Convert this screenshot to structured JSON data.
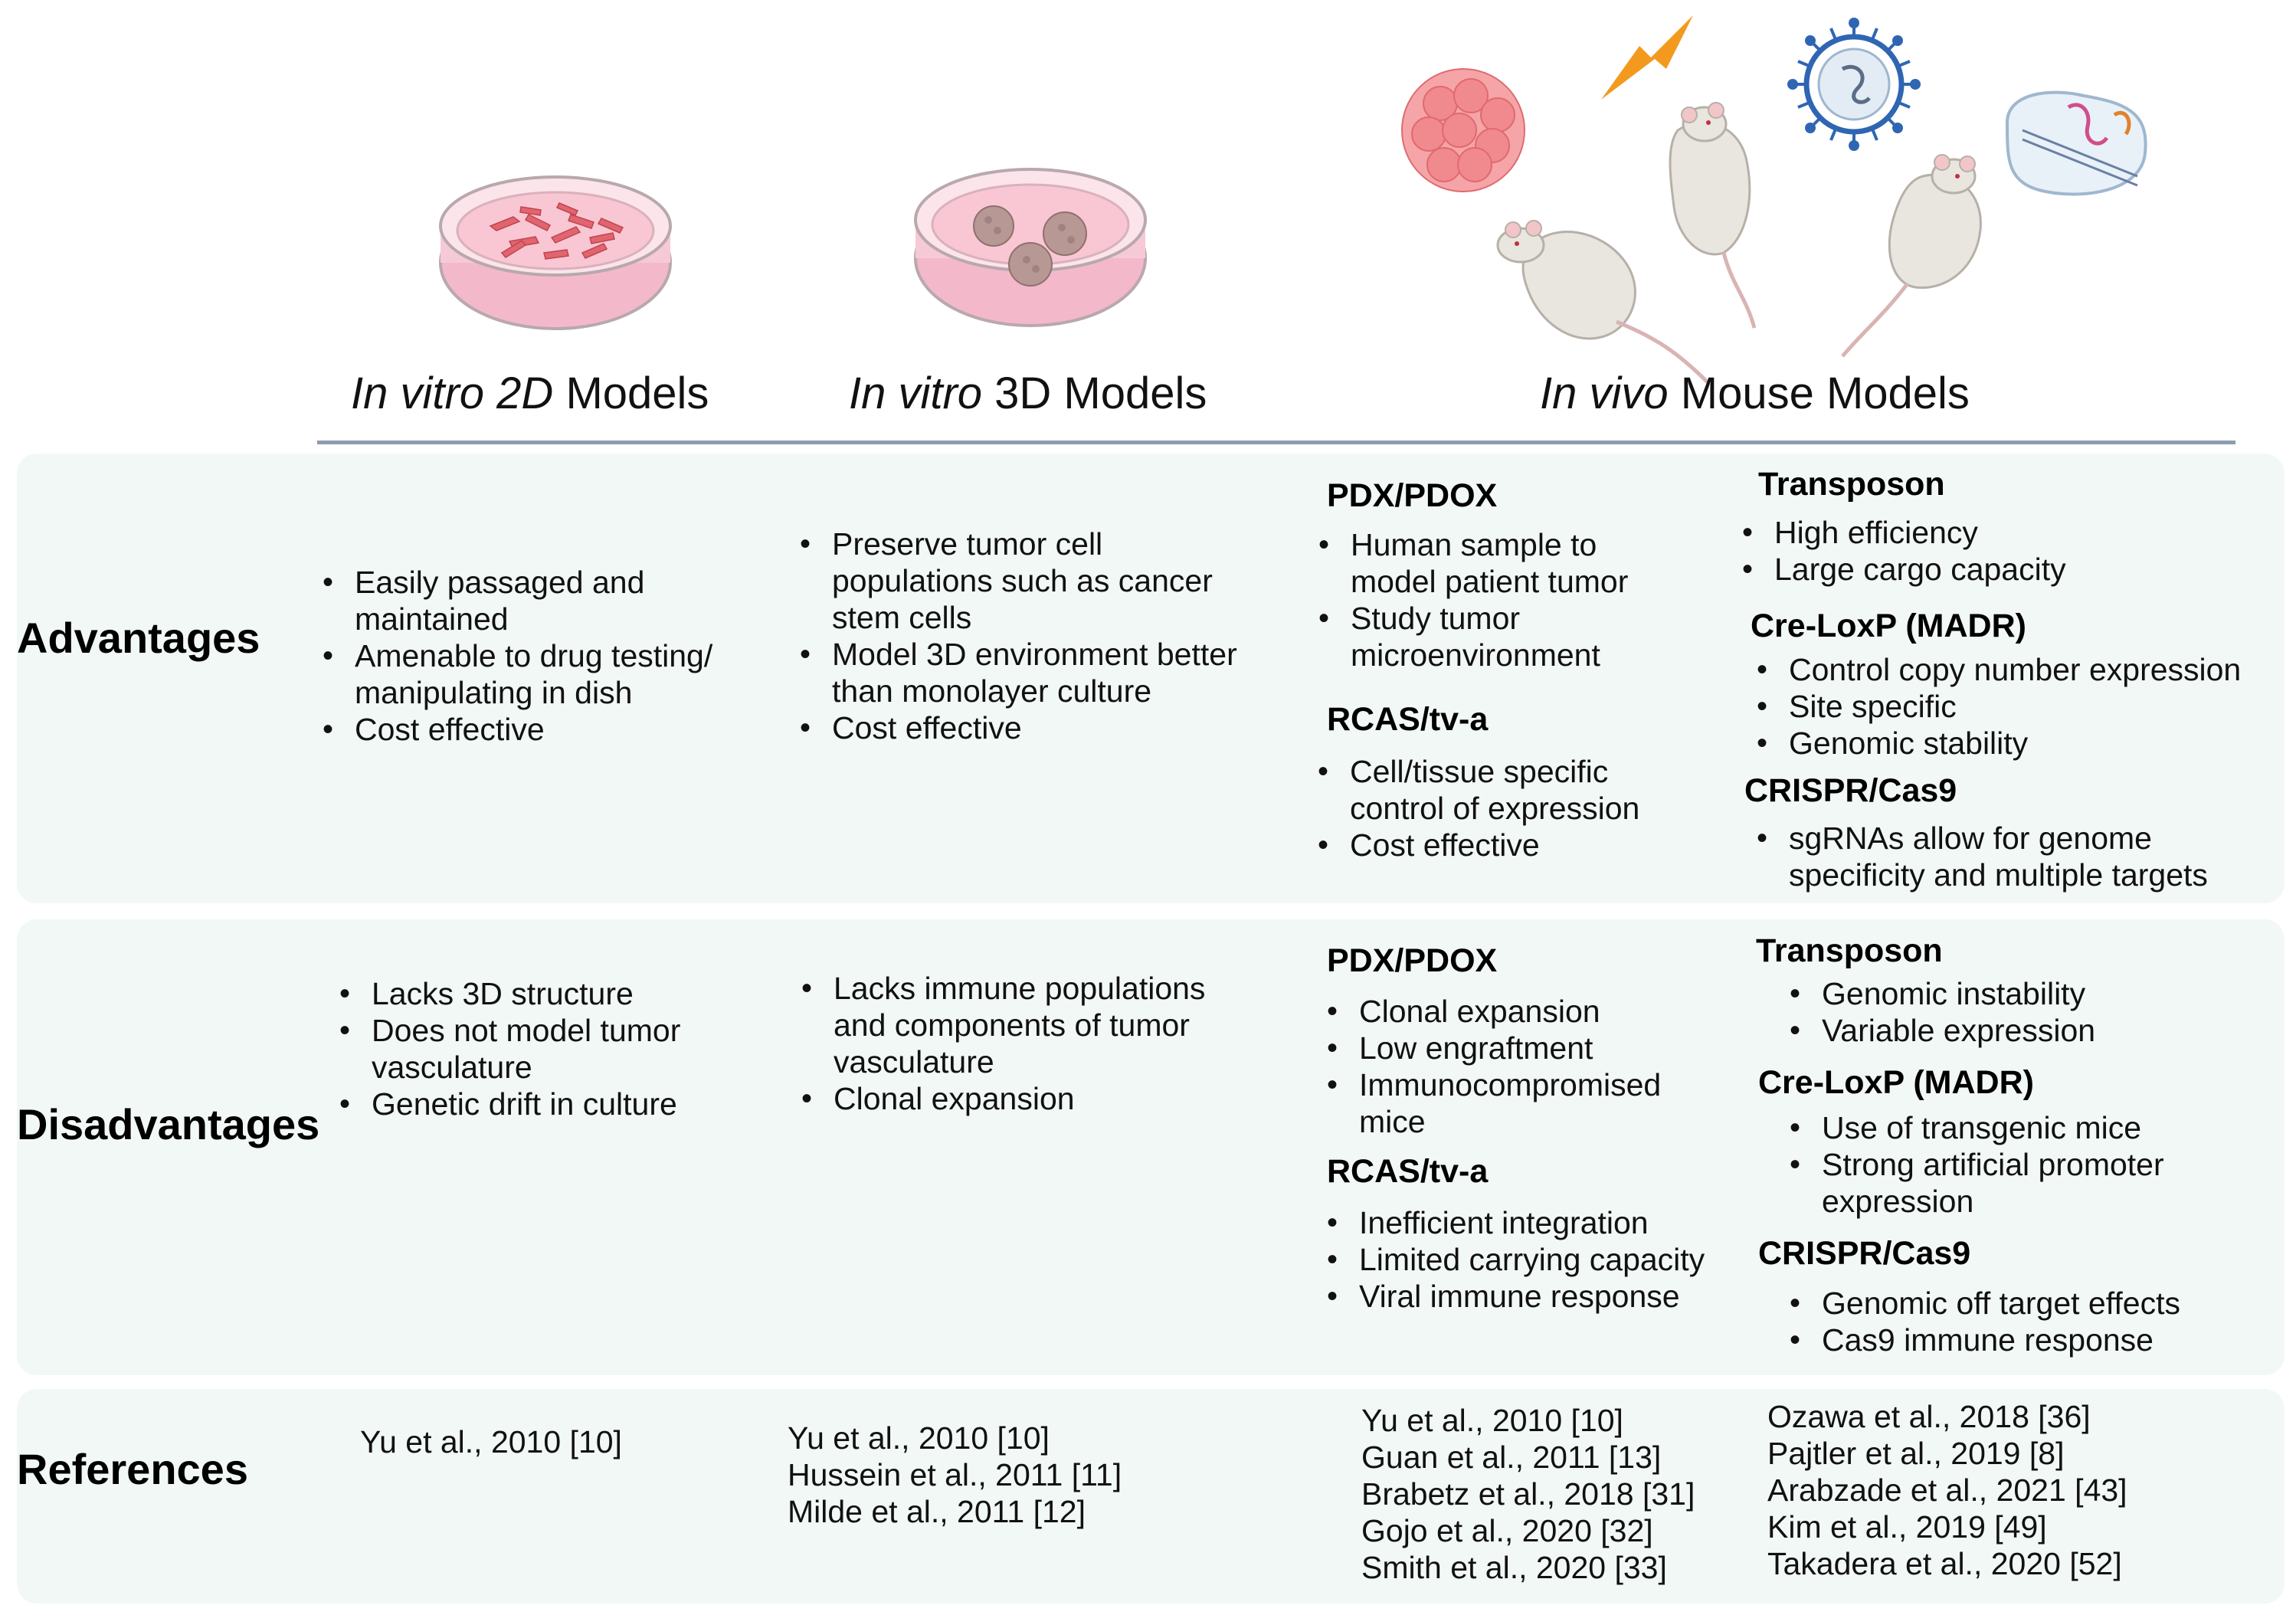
{
  "headers": {
    "col2d": {
      "italic": "In vitro 2D",
      "rest": " Models"
    },
    "col3d": {
      "italic": "In vitro",
      "rest": " 3D Models"
    },
    "colvivo": {
      "italic": "In vivo",
      "rest": " Mouse Models"
    }
  },
  "rows": {
    "advantages": "Advantages",
    "disadvantages": "Disadvantages",
    "references": "References"
  },
  "advantages": {
    "col2d": [
      "Easily passaged and maintained",
      "Amenable to drug testing/ manipulating in dish",
      "Cost effective"
    ],
    "col3d": [
      "Preserve tumor cell populations such as cancer stem cells",
      "Model 3D environment better than monolayer culture",
      "Cost effective"
    ],
    "pdx": {
      "title": "PDX/PDOX",
      "items": [
        "Human sample to model patient tumor",
        "Study tumor microenvironment"
      ]
    },
    "rcas": {
      "title": "RCAS/tv-a",
      "items": [
        "Cell/tissue specific control of expression",
        "Cost effective"
      ]
    },
    "transposon": {
      "title": "Transposon",
      "items": [
        "High efficiency",
        "Large cargo capacity"
      ]
    },
    "creloxp": {
      "title": "Cre-LoxP (MADR)",
      "items": [
        "Control copy number expression",
        "Site specific",
        "Genomic stability"
      ]
    },
    "crispr": {
      "title": "CRISPR/Cas9",
      "items": [
        "sgRNAs allow for genome specificity and multiple targets"
      ]
    }
  },
  "disadvantages": {
    "col2d": [
      "Lacks 3D structure",
      "Does not model tumor vasculature",
      "Genetic drift in culture"
    ],
    "col3d": [
      "Lacks immune populations and components of tumor vasculature",
      "Clonal expansion"
    ],
    "pdx": {
      "title": "PDX/PDOX",
      "items": [
        "Clonal expansion",
        "Low engraftment",
        "Immunocompromised mice"
      ]
    },
    "rcas": {
      "title": "RCAS/tv-a",
      "items": [
        "Inefficient integration",
        "Limited carrying capacity",
        "Viral immune response"
      ]
    },
    "transposon": {
      "title": "Transposon",
      "items": [
        "Genomic instability",
        "Variable expression"
      ]
    },
    "creloxp": {
      "title": "Cre-LoxP (MADR)",
      "items": [
        "Use of transgenic mice",
        "Strong artificial promoter expression"
      ]
    },
    "crispr": {
      "title": "CRISPR/Cas9",
      "items": [
        "Genomic off target effects",
        "Cas9 immune response"
      ]
    }
  },
  "references": {
    "col2d": [
      "Yu et al., 2010 [10]"
    ],
    "col3d": [
      "Yu et al., 2010 [10]",
      "Hussein et al., 2011 [11]",
      "Milde et al., 2011 [12]"
    ],
    "vivo_left": [
      "Yu et al., 2010 [10]",
      "Guan et al., 2011 [13]",
      "Brabetz et al., 2018 [31]",
      "Gojo et al., 2020 [32]",
      "Smith et al., 2020 [33]"
    ],
    "vivo_right": [
      "Ozawa et al., 2018 [36]",
      "Pajtler et al., 2019 [8]",
      "Arabzade et al., 2021 [43]",
      "Kim et al., 2019 [49]",
      "Takadera et al., 2020 [52]"
    ]
  },
  "colors": {
    "panel": "#f2f8f6",
    "rule": "#8e9bb2",
    "dish_pink": "#f6c9d6",
    "lightning": "#f39a1e",
    "virus": "#2f66b3",
    "mouse": "#e9e5df"
  }
}
